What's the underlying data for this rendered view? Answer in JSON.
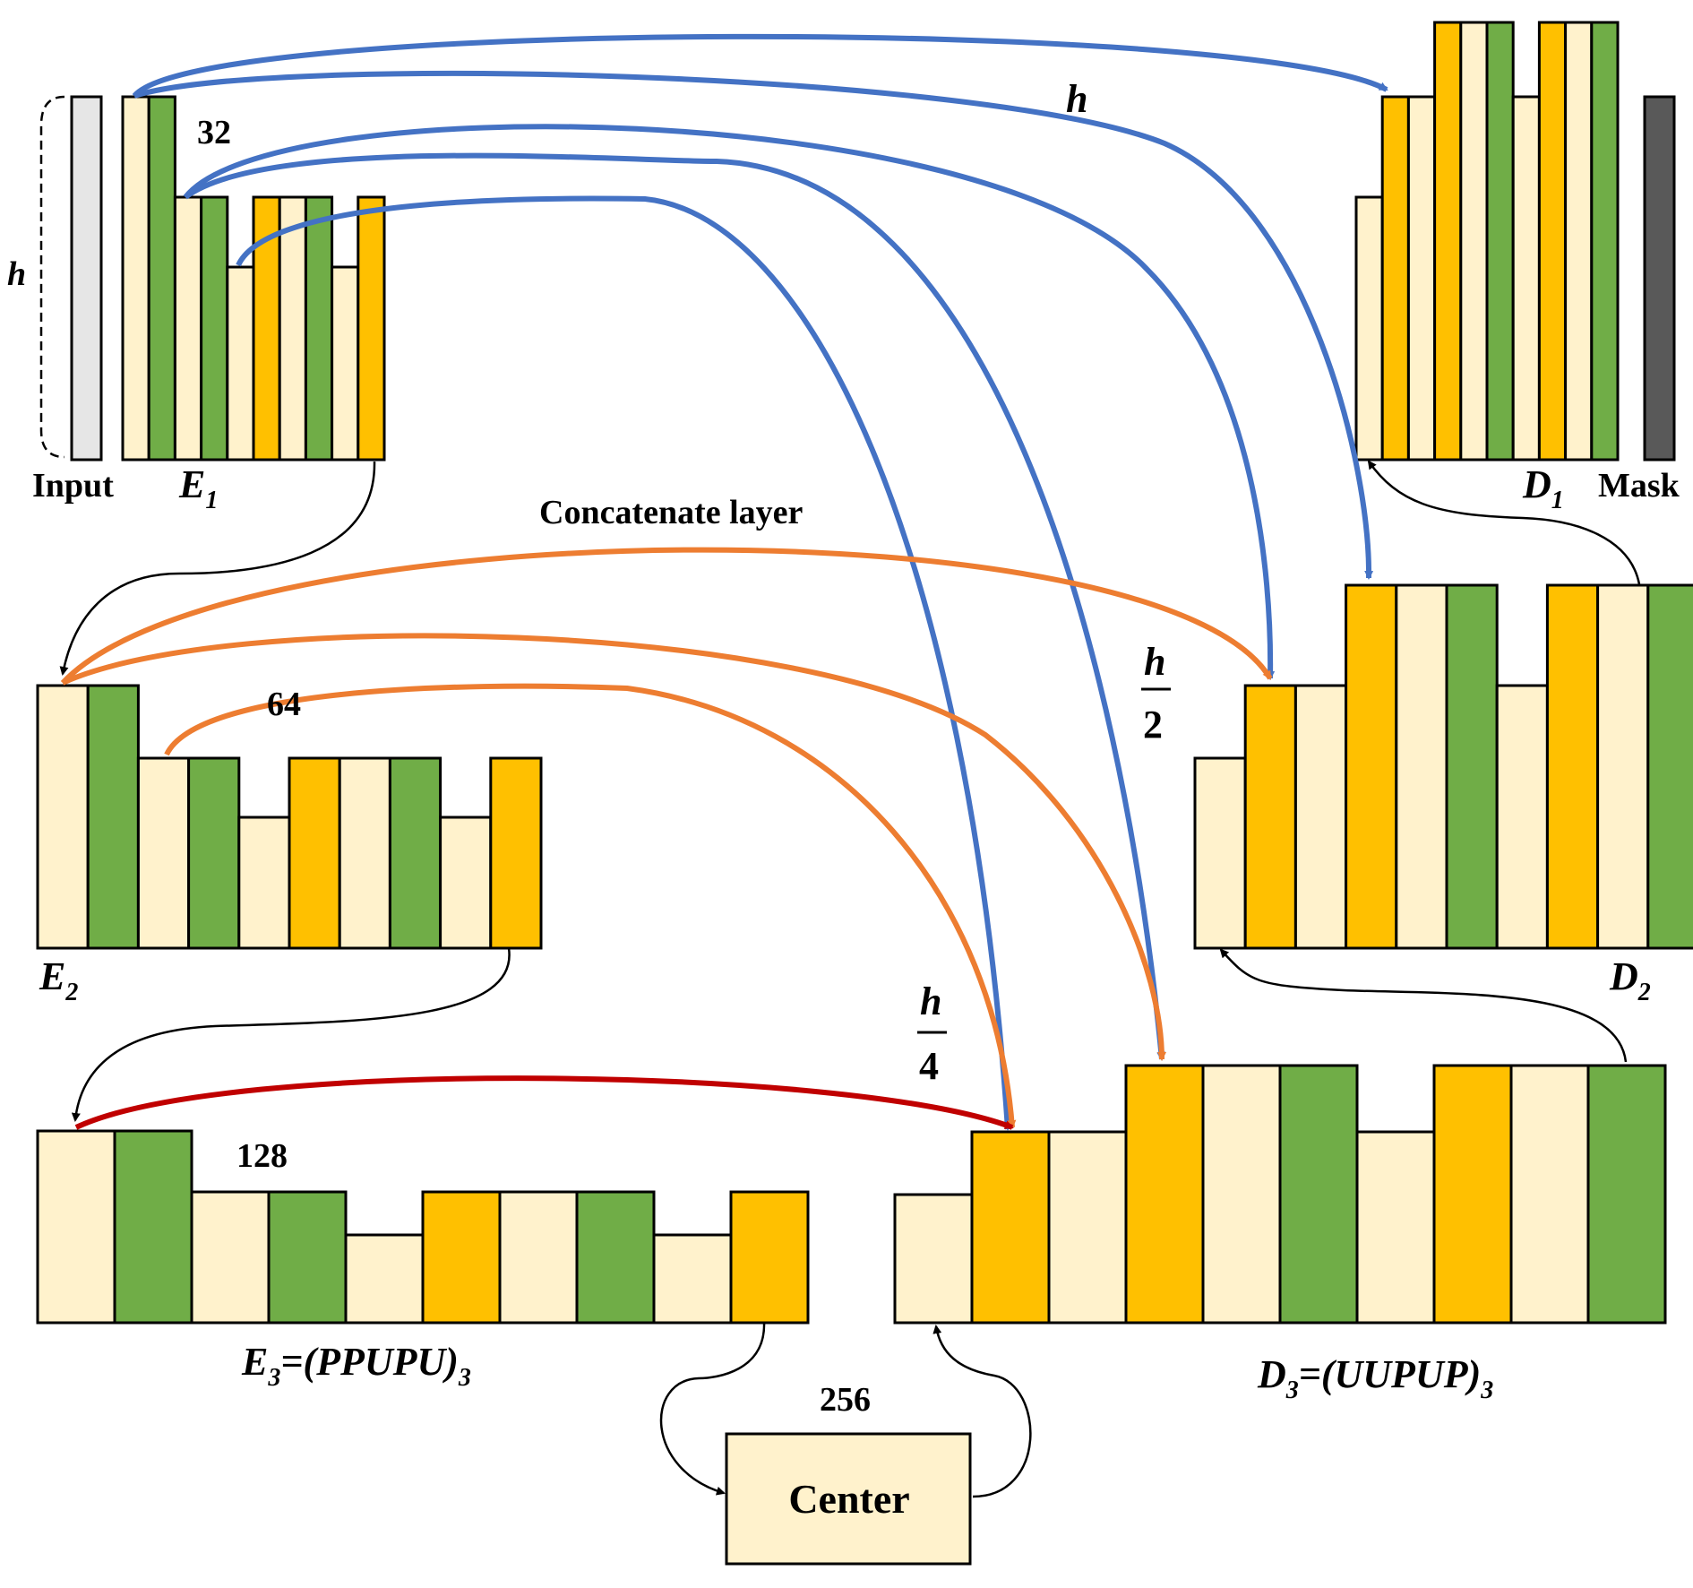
{
  "labels": {
    "input": "Input",
    "mask": "Mask",
    "h_left": "h",
    "h_top": "h",
    "h_half_num": "h",
    "h_half_den": "2",
    "h_quarter_num": "h",
    "h_quarter_den": "4",
    "concatenate": "Concatenate layer",
    "center": "Center",
    "ch_32": "32",
    "ch_64": "64",
    "ch_128": "128",
    "ch_256": "256",
    "e1": "E",
    "e1_sub": "1",
    "e2": "E",
    "e2_sub": "2",
    "e3": "E",
    "e3_sub": "3",
    "e3_formula": "=(PPUPU)",
    "e3_formula_sub": "3",
    "d1": "D",
    "d1_sub": "1",
    "d2": "D",
    "d2_sub": "2",
    "d3": "D",
    "d3_sub": "3",
    "d3_formula": "=(UUPUP)",
    "d3_formula_sub": "3"
  },
  "colors": {
    "cream": "#FFF2CC",
    "green": "#70AD47",
    "yellow": "#FFC000",
    "input_gray": "#E6E6E6",
    "mask_gray": "#595959",
    "blue_arrow": "#4472C4",
    "orange_arrow": "#ED7D31",
    "red_arrow": "#C00000",
    "black_arrow": "#000000"
  },
  "blocks": {
    "e1": [
      "cream",
      "green",
      "cream",
      "green",
      "cream",
      "yellow",
      "cream",
      "green",
      "cream",
      "yellow"
    ],
    "e2": [
      "cream",
      "green",
      "cream",
      "green",
      "cream",
      "yellow",
      "cream",
      "green",
      "cream",
      "yellow"
    ],
    "e3": [
      "cream",
      "green",
      "cream",
      "green",
      "cream",
      "yellow",
      "cream",
      "green",
      "cream",
      "yellow"
    ],
    "d1": [
      "cream",
      "yellow",
      "cream",
      "yellow",
      "cream",
      "green",
      "cream",
      "yellow",
      "cream",
      "green"
    ],
    "d2": [
      "cream",
      "yellow",
      "cream",
      "yellow",
      "cream",
      "green",
      "cream",
      "yellow",
      "cream",
      "green"
    ],
    "d3": [
      "cream",
      "yellow",
      "cream",
      "yellow",
      "cream",
      "green",
      "cream",
      "yellow",
      "cream",
      "green"
    ]
  }
}
